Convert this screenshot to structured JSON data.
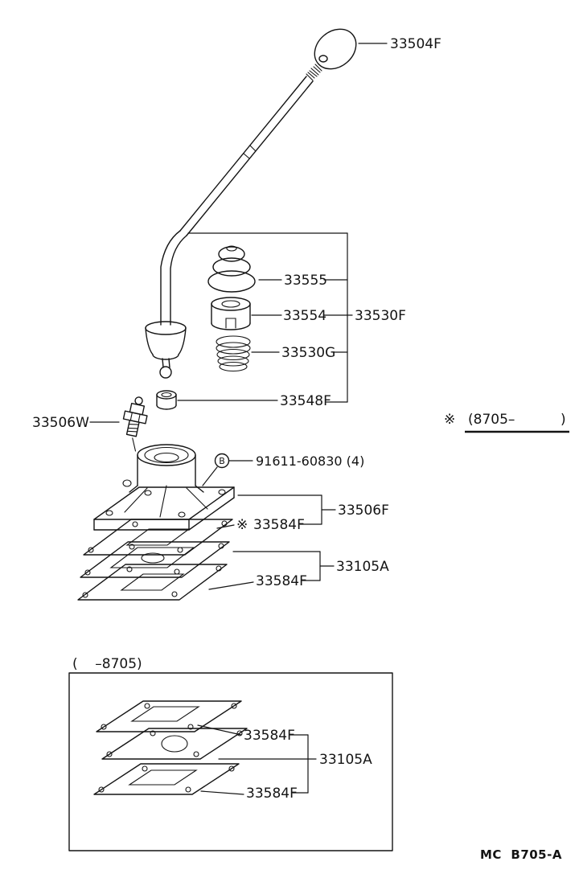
{
  "callouts": {
    "shift_knob": "33504F",
    "boot": "33555",
    "bushing": "33554",
    "boot_set": "33530F",
    "spring": "33530G",
    "ring": "33548F",
    "plug": "33506W",
    "bolt_mark": "B",
    "bolt_part_no": "91611-60830 (4)",
    "gasket_marker": "※",
    "gasket_upper": "33584F",
    "retainer_set": "33506F",
    "plate_set": "33105A",
    "gasket_lower": "33584F"
  },
  "note": {
    "marker": "※",
    "range_open": "(8705–",
    "range_close": ")"
  },
  "inset": {
    "range": "(    –8705)",
    "gasket_upper": "33584F",
    "plate_set": "33105A",
    "gasket_lower": "33584F"
  },
  "footer": {
    "code": "MC  B705-A"
  }
}
